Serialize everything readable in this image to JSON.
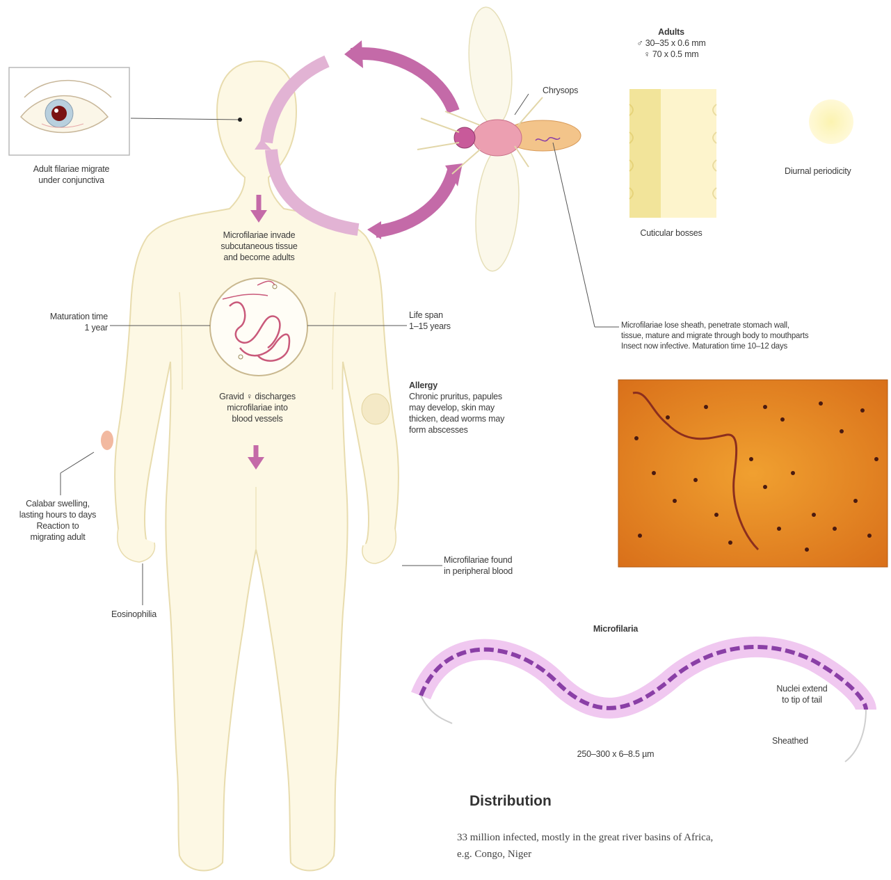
{
  "labels": {
    "eye": [
      "Adult filariae migrate",
      "under conjunctiva"
    ],
    "invade": [
      "Microfilariae invade",
      "subcutaneous tissue",
      "and become adults"
    ],
    "maturation": [
      "Maturation time",
      "1 year"
    ],
    "lifespan": [
      "Life span",
      "1–15 years"
    ],
    "gravid": [
      "Gravid ♀ discharges",
      "microfilariae into",
      "blood vessels"
    ],
    "allergy_title": "Allergy",
    "allergy": [
      "Chronic pruritus, papules",
      "may develop, skin may",
      "thicken, dead worms may",
      "form abscesses"
    ],
    "calabar": [
      "Calabar swelling,",
      "lasting hours to days",
      "Reaction to",
      "migrating adult"
    ],
    "eosinophilia": "Eosinophilia",
    "peripheral": [
      "Microfilariae found",
      "in peripheral blood"
    ],
    "chrysops": "Chrysops",
    "adults_title": "Adults",
    "adults": [
      "♂ 30–35 x 0.6 mm",
      "♀ 70 x 0.5 mm"
    ],
    "bosses": "Cuticular bosses",
    "diurnal": "Diurnal periodicity",
    "vector": [
      "Microfilariae lose sheath, penetrate stomach wall,",
      "tissue, mature and migrate through body to mouthparts",
      "Insect now infective. Maturation time 10–12 days"
    ],
    "microfilaria_title": "Microfilaria",
    "nuclei": [
      "Nuclei extend",
      "to tip of tail"
    ],
    "sheathed": "Sheathed",
    "size": "250–300 x 6–8.5 µm"
  },
  "distribution": {
    "title": "Distribution",
    "lines": [
      "33 million infected, mostly in the great river basins of Africa,",
      "e.g. Congo, Niger"
    ]
  },
  "colors": {
    "body_fill": "#fdf8e4",
    "body_stroke": "#e8dcae",
    "cycle": "#c46aa8",
    "cycle_light": "#e2b3d4",
    "blood_bg": "#e8952a",
    "worm_purple": "#8a3fa6"
  }
}
